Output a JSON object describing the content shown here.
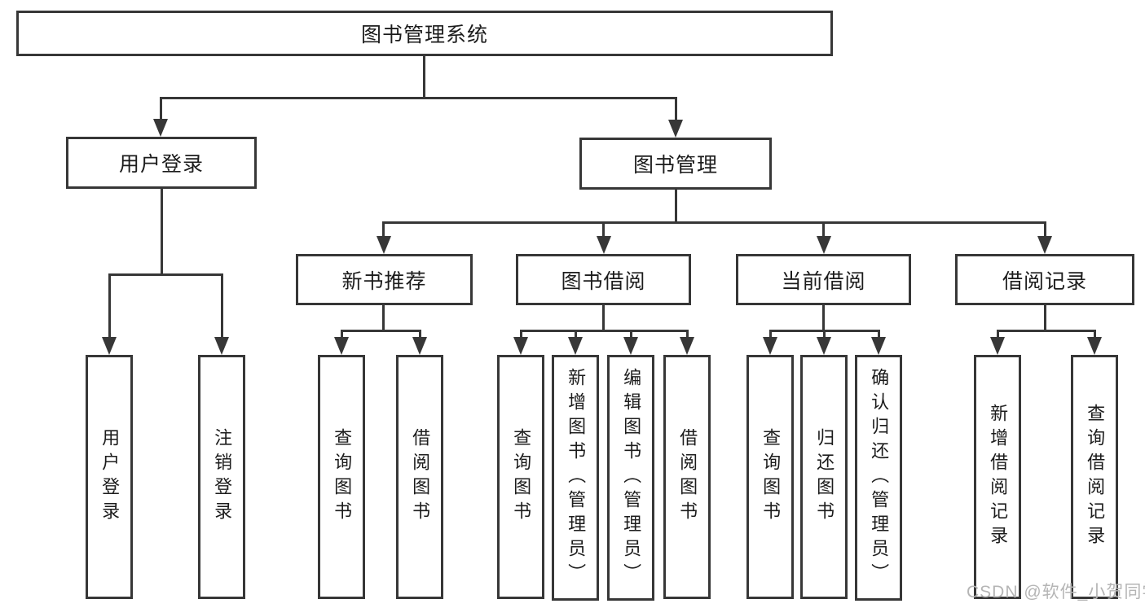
{
  "chart": {
    "root": "图书管理系统",
    "level2": [
      "用户登录",
      "图书管理"
    ],
    "level3": [
      "新书推荐",
      "图书借阅",
      "当前借阅",
      "借阅记录"
    ],
    "leaves": {
      "user_login": [
        "用户登录",
        "注销登录"
      ],
      "new_book": [
        "查询图书",
        "借阅图书"
      ],
      "book_borrow": [
        "查询图书",
        "新增图书（管理员）",
        "编辑图书（管理员）",
        "借阅图书"
      ],
      "current_borrow": [
        "查询图书",
        "归还图书",
        "确认归还（管理员）"
      ],
      "borrow_record": [
        "新增借阅记录",
        "查询借阅记录"
      ]
    },
    "watermark": "CSDN @软件_小贺同学",
    "colors": {
      "line": "#373737",
      "text": "#1c1c1c",
      "background": "#ffffff",
      "watermark": "#b5b5b5"
    }
  }
}
